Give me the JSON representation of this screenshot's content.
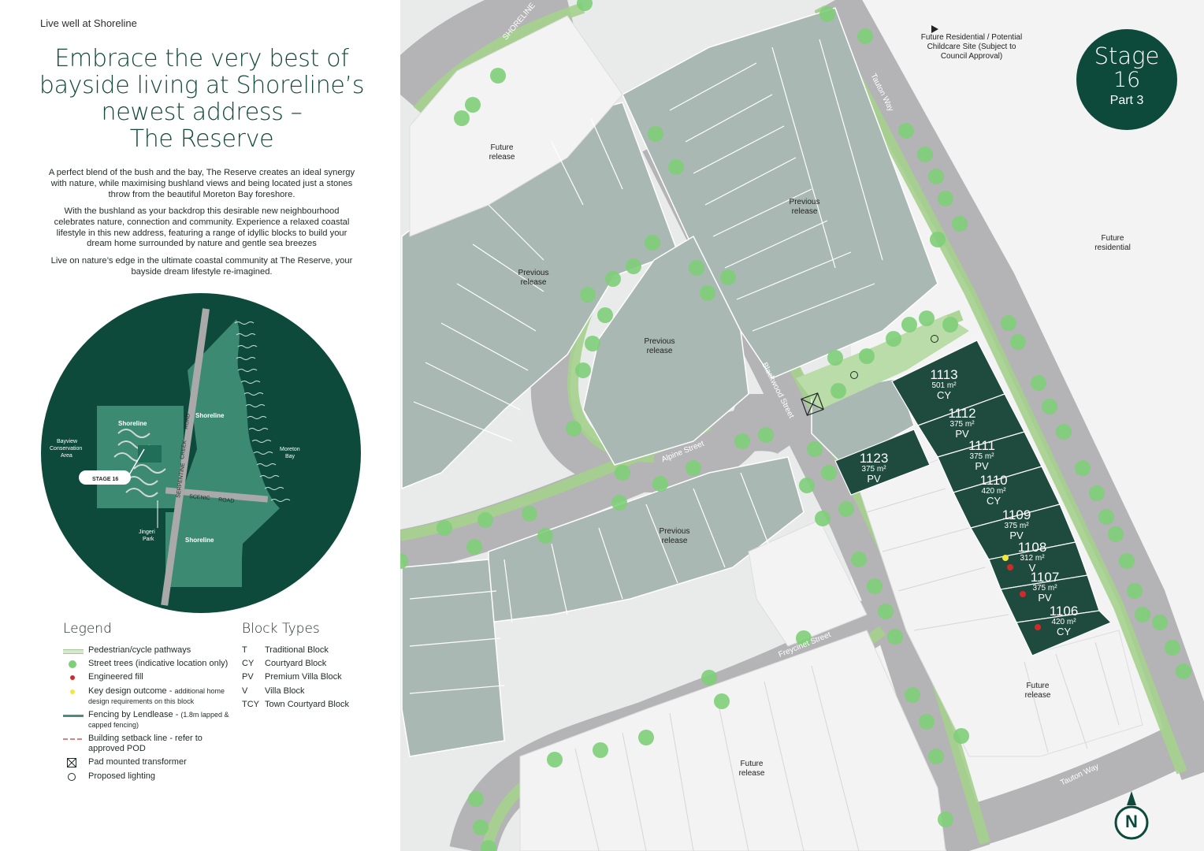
{
  "brand": "Live well at Shoreline",
  "headline": [
    "Embrace the very best of",
    "bayside living at Shoreline’s",
    "newest address –",
    "The Reserve"
  ],
  "intro": [
    "A perfect blend of the bush and the bay, The Reserve creates an ideal synergy with nature, while maximising bushland views and being located just a stones throw from the beautiful Moreton Bay foreshore.",
    "With the bushland as your backdrop this desirable new neighbourhood celebrates nature, connection and community. Experience a relaxed coastal lifestyle in this new address, featuring a range of idyllic blocks to build your dream home surrounded by nature and gentle sea breezes",
    "Live on nature’s edge in the ultimate coastal community at The Reserve, your bayside dream lifestyle re-imagined."
  ],
  "locator": {
    "labels": {
      "shoreline_west": "Shoreline",
      "shoreline_east": "Shoreline",
      "shoreline_south": "Shoreline",
      "bayview": "Bayview Conservation Area",
      "moreton": "Moreton Bay",
      "jingeri": "Jingeri Park",
      "serpentine": "SERPENTINE",
      "creek": "CREEK",
      "road1": "ROAD",
      "scenic": "SCENIC",
      "road2": "ROAD",
      "stage_pill": "STAGE 16"
    },
    "colors": {
      "circle": "#0d4a3c",
      "land": "#3d8a72"
    }
  },
  "legend": {
    "title": "Legend",
    "items": [
      {
        "label": "Pedestrian/cycle pathways",
        "icon": "pathway-icon"
      },
      {
        "label": "Street trees (indicative location only)",
        "icon": "tree-icon"
      },
      {
        "label": "Engineered fill",
        "icon": "red-dot-icon"
      },
      {
        "label": "Key design outcome -",
        "note": "additional home design requirements on this block",
        "icon": "yellow-dot-icon"
      },
      {
        "label": "Fencing by Lendlease -",
        "note": "(1.8m lapped & capped fencing)",
        "icon": "fence-icon"
      },
      {
        "label": "Building setback line - refer to approved POD",
        "icon": "setback-icon"
      },
      {
        "label": "Pad mounted transformer",
        "icon": "transformer-icon"
      },
      {
        "label": "Proposed lighting",
        "icon": "light-icon"
      }
    ]
  },
  "block_types": {
    "title": "Block Types",
    "items": [
      {
        "code": "T",
        "name": "Traditional Block"
      },
      {
        "code": "CY",
        "name": "Courtyard Block"
      },
      {
        "code": "PV",
        "name": "Premium Villa Block"
      },
      {
        "code": "V",
        "name": "Villa Block"
      },
      {
        "code": "TCY",
        "name": "Town Courtyard Block"
      }
    ]
  },
  "stage": {
    "line1": "Stage",
    "line2": "16",
    "line3": "Part 3"
  },
  "map_labels": {
    "future_residential_childcare": "Future Residential / Potential Childcare Site (Subject to Council Approval)",
    "future_residential": "Future residential",
    "future_release_nw": "Future release",
    "previous_release_n": "Previous release",
    "previous_release_w": "Previous release",
    "previous_release_center": "Previous release",
    "previous_release_s": "Previous release",
    "future_release_se": "Future release",
    "future_release_s": "Future release"
  },
  "roads": {
    "shoreline": "SHORELINE",
    "tauton_n": "Tauton Way",
    "blackwood": "Blackwood Street",
    "alpine": "Alpine Street",
    "freycinet": "Freycinet Street",
    "tauton_s": "Tauton Way"
  },
  "lots": [
    {
      "id": "1113",
      "area": "501 m²",
      "type": "CY"
    },
    {
      "id": "1112",
      "area": "375 m²",
      "type": "PV"
    },
    {
      "id": "1111",
      "area": "375 m²",
      "type": "PV"
    },
    {
      "id": "1110",
      "area": "420 m²",
      "type": "CY"
    },
    {
      "id": "1109",
      "area": "375 m²",
      "type": "PV"
    },
    {
      "id": "1108",
      "area": "312 m²",
      "type": "V"
    },
    {
      "id": "1107",
      "area": "375 m²",
      "type": "PV"
    },
    {
      "id": "1106",
      "area": "420 m²",
      "type": "CY"
    },
    {
      "id": "1123",
      "area": "375 m²",
      "type": "PV"
    }
  ],
  "north": "N",
  "colors": {
    "lot_available": "#1e4b3e",
    "lot_prev": "#a9b8b3",
    "lot_future": "#f2f3f2",
    "road": "#b4b3b5",
    "verge": "#a6d18e",
    "tree": "#7fcf79",
    "brand_green": "#0d4a3c",
    "engineered_fill": "#d22a2a",
    "key_design": "#f1e83a"
  }
}
